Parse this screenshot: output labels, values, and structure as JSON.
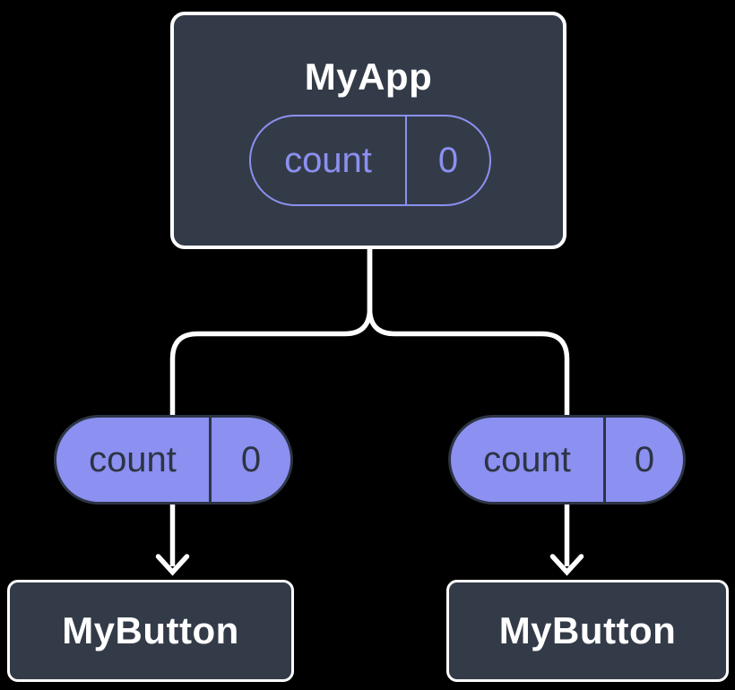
{
  "colors": {
    "background": "#000000",
    "card_fill": "#343B48",
    "card_border": "#FFFFFF",
    "accent_purple": "#8B90F1",
    "dark_text": "#2D3443",
    "connector_line": "#FFFFFF"
  },
  "diagram": {
    "root": {
      "title": "MyApp",
      "state_pill": {
        "name": "count",
        "value": "0"
      }
    },
    "children": [
      {
        "prop_pill": {
          "name": "count",
          "value": "0"
        },
        "title": "MyButton"
      },
      {
        "prop_pill": {
          "name": "count",
          "value": "0"
        },
        "title": "MyButton"
      }
    ]
  }
}
